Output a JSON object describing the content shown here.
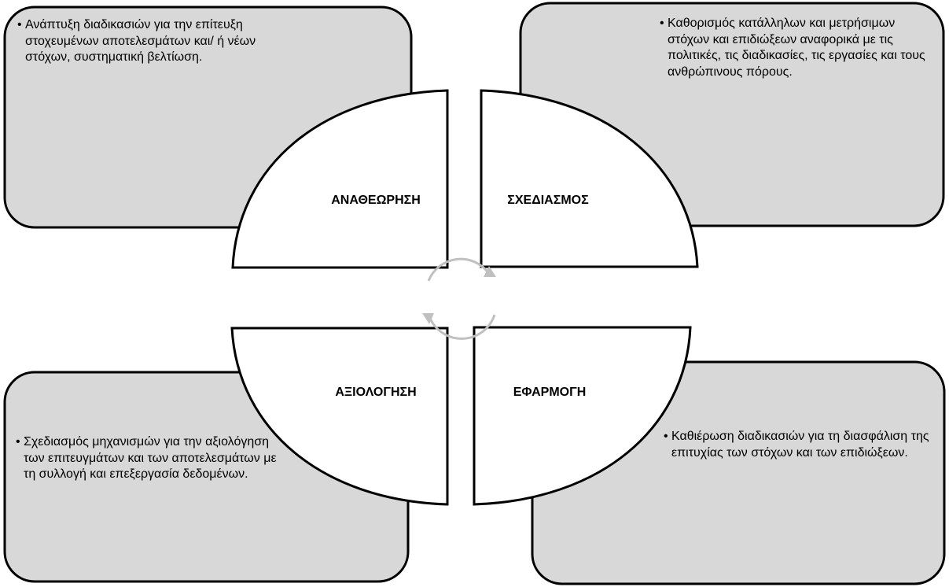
{
  "phases": {
    "review": {
      "label": "ΑΝΑΘΕΩΡΗΣΗ",
      "bullet": "•",
      "text": "Ανάπτυξη διαδικασιών για την επίτευξη στοχευμένων αποτελεσμάτων και/ ή νέων στόχων, συστηματική βελτίωση."
    },
    "planning": {
      "label": "ΣΧΕΔΙΑΣΜΟΣ",
      "bullet": "•",
      "text": "Καθορισμός κατάλληλων και μετρήσιμων στόχων και επιδιώξεων αναφορικά με τις πολιτικές, τις διαδικασίες, τις εργασίες και τους ανθρώπινους πόρους."
    },
    "evaluation": {
      "label": "ΑΞΙΟΛΟΓΗΣΗ",
      "bullet": "•",
      "text": "Σχεδιασμός μηχανισμών για την αξιολόγηση των επιτευγμάτων και των αποτελεσμάτων με τη συλλογή και επεξεργασία δεδομένων."
    },
    "implementation": {
      "label": "ΕΦΑΡΜΟΓΗ",
      "bullet": "•",
      "text": "Καθιέρωση διαδικασιών για τη διασφάλιση της επιτυχίας των στόχων και των επιδιώξεων."
    }
  },
  "colors": {
    "box_fill": "#d8d8d8",
    "outline": "#000000",
    "quadrant_fill": "#ffffff",
    "cycle_arrow": "#c0c0c0"
  }
}
